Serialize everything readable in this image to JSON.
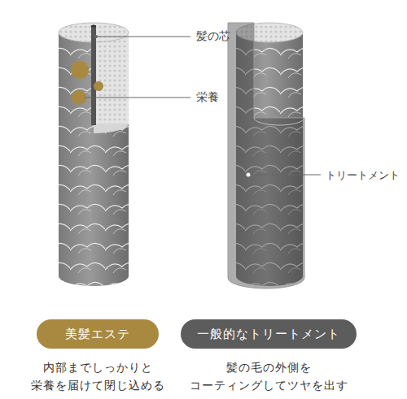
{
  "diagram": {
    "nodes": [
      {
        "text": [
          "美髪エステ"
        ]
      },
      {
        "text": [
          "一般的なトリートメント"
        ]
      }
    ],
    "labels": [
      "髪の芯",
      "栄養",
      "トリートメント",
      "内部までしっかりと 栄養を届けて閉じ込める",
      "髪の毛の外側を コーティングしてツヤを出す"
    ]
  }
}
